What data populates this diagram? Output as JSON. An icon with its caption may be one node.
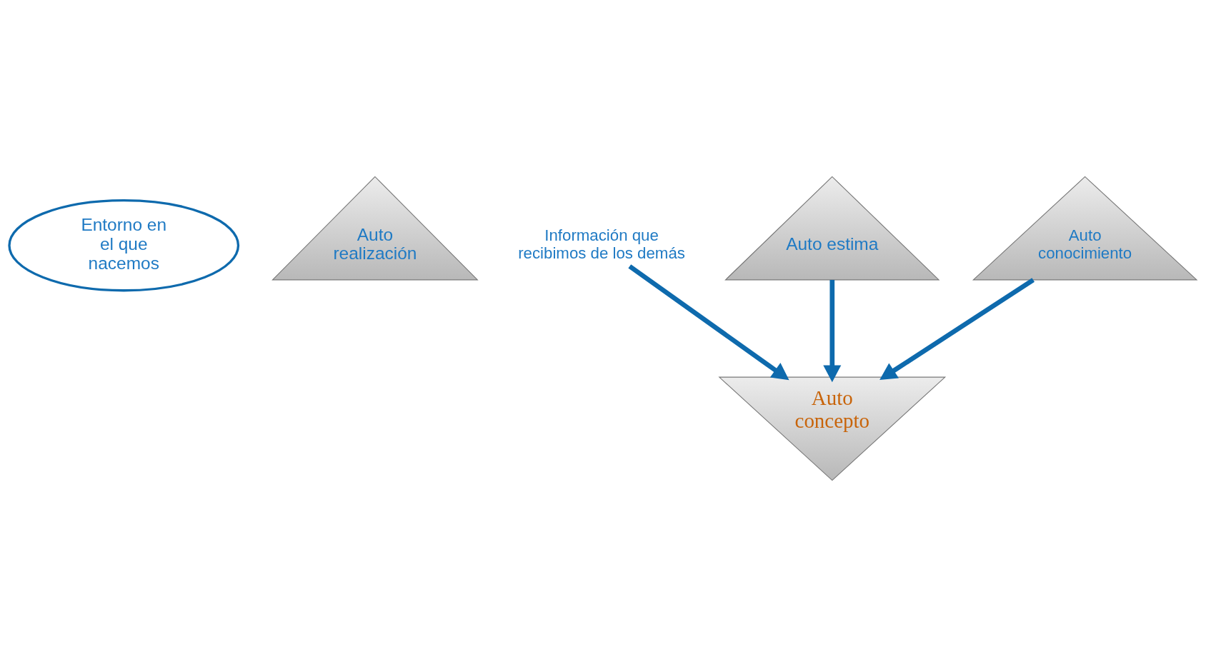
{
  "diagram": {
    "nodes": [
      {
        "text": [
          "Entorno en el que nacemos"
        ]
      },
      {
        "text": [
          "Auto realización"
        ]
      },
      {
        "text": [
          "Información que recibimos de los demás"
        ]
      },
      {
        "text": [
          "Auto concepto"
        ]
      },
      {
        "text": [
          "Auto estima"
        ]
      },
      {
        "text": [
          "Auto conocimiento"
        ]
      }
    ],
    "edges": [
      {
        "from": 2,
        "to": 3,
        "arrow": "to"
      },
      {
        "from": 4,
        "to": 3,
        "arrow": "to"
      },
      {
        "from": 5,
        "to": 3,
        "arrow": "to"
      }
    ]
  }
}
